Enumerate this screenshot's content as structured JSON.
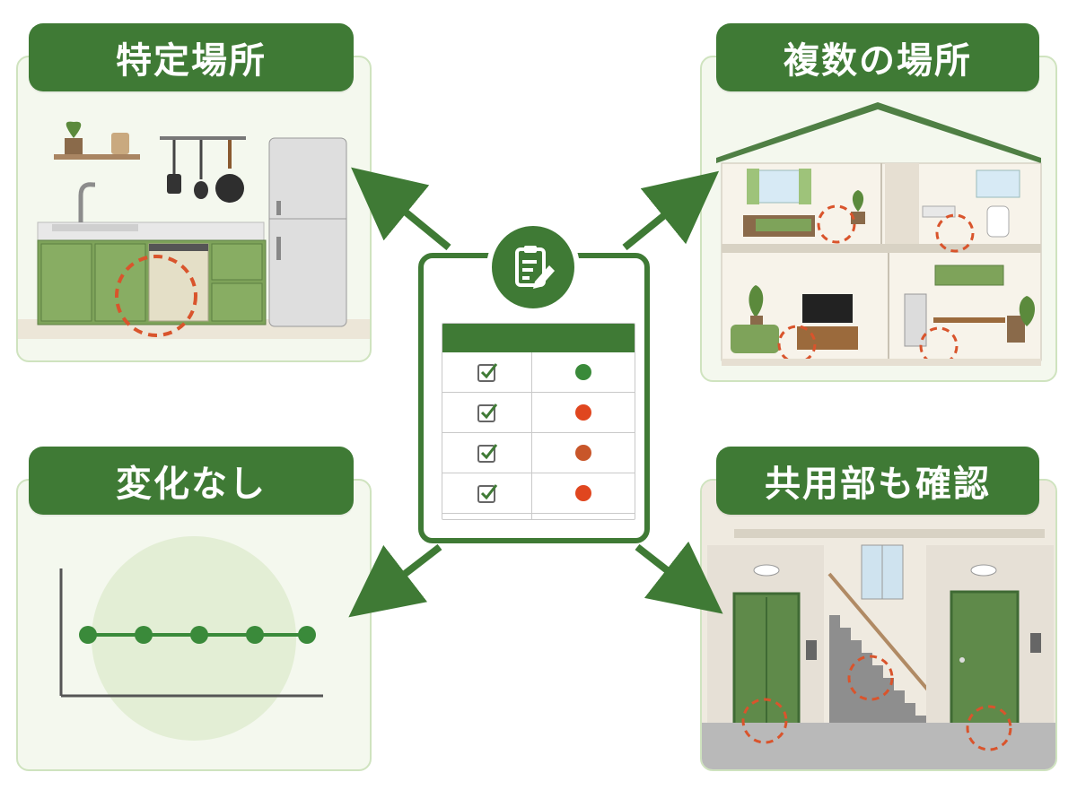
{
  "panels": {
    "top_left": {
      "title": "特定場所"
    },
    "top_right": {
      "title": "複数の場所"
    },
    "bottom_left": {
      "title": "変化なし"
    },
    "bottom_right": {
      "title": "共用部も確認"
    }
  },
  "checklist": {
    "icon": "clipboard-pencil-icon",
    "rows": [
      {
        "checked": true,
        "status": "green"
      },
      {
        "checked": true,
        "status": "red"
      },
      {
        "checked": true,
        "status": "orange"
      },
      {
        "checked": true,
        "status": "red"
      }
    ]
  },
  "colors": {
    "primary_green": "#3f7a35",
    "panel_bg": "#f4f8ee",
    "panel_border": "#cfe3bf",
    "status_green": "#3a8a3a",
    "status_red": "#e0461f",
    "status_orange": "#c8562a",
    "highlight_circle": "#d9542c"
  }
}
